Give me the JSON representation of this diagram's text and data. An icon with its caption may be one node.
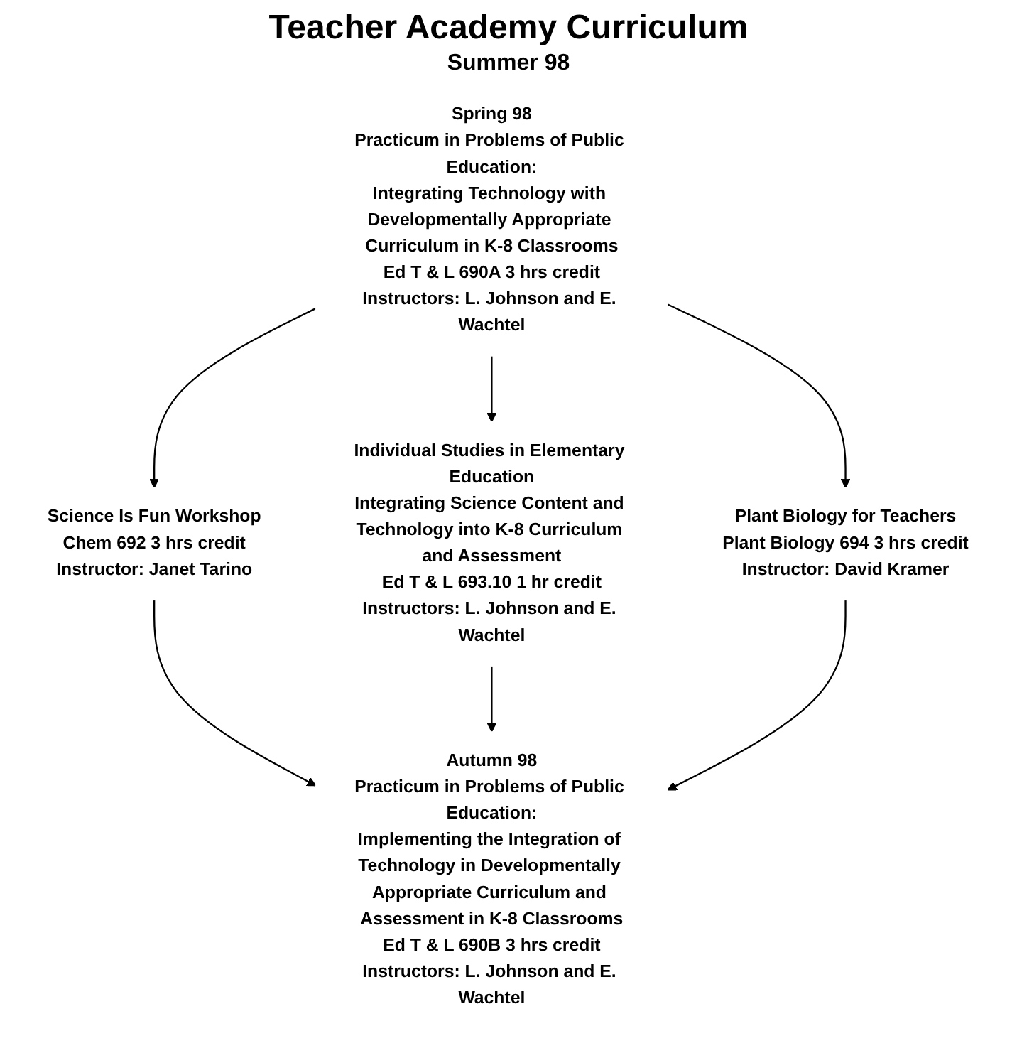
{
  "diagram": {
    "title": "Teacher Academy Curriculum",
    "nodes": [
      {
        "text": [
          "Spring 98",
          "Practicum in Problems of Public Education:",
          "Integrating Technology with Developmentally Appropriate Curriculum in K-8 Classrooms",
          "Ed T & L 690A 3 hrs credit",
          "Instructors: L. Johnson and E. Wachtel"
        ]
      },
      {
        "text": [
          "Science Is Fun Workshop",
          "Chem 692 3 hrs credit",
          "Instructor: Janet Tarino"
        ]
      },
      {
        "text": [
          "Individual Studies in Elementary Education",
          "Integrating Science Content and Technology into K-8 Curriculum and Assessment",
          "Ed T & L 693.10 1 hr credit",
          "Instructors: L. Johnson and E. Wachtel"
        ]
      },
      {
        "text": [
          "Plant Biology for Teachers",
          "Plant Biology 694 3 hrs credit",
          "Instructor: David Kramer"
        ]
      },
      {
        "text": [
          "Autumn 98",
          "Practicum in Problems of Public Education:",
          "Implementing the Integration of Technology in Developmentally Appropriate Curriculum and Assessment in K-8 Classrooms",
          "Ed T & L 690B 3 hrs credit",
          "Instructors: L. Johnson and E. Wachtel"
        ]
      }
    ],
    "edges": [
      {
        "from": 0,
        "to": 1,
        "arrow": "to"
      },
      {
        "from": 0,
        "to": 2,
        "arrow": "to"
      },
      {
        "from": 0,
        "to": 3,
        "arrow": "to"
      },
      {
        "from": 1,
        "to": 4,
        "arrow": "to"
      },
      {
        "from": 2,
        "to": 4,
        "arrow": "to"
      },
      {
        "from": 3,
        "to": 4,
        "arrow": "to"
      }
    ],
    "labels": [
      "Summer 98"
    ]
  }
}
